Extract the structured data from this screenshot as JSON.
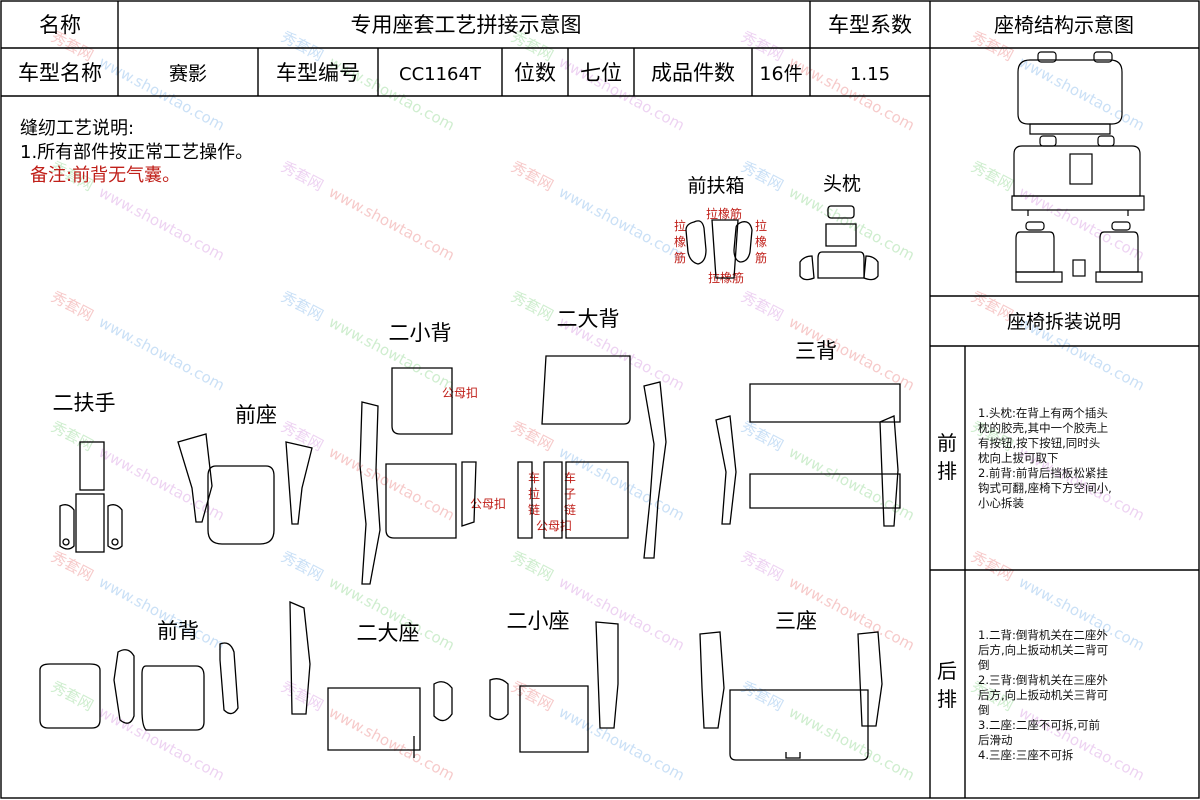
{
  "header": {
    "name_label": "名称",
    "title": "专用座套工艺拼接示意图",
    "coef_label": "车型系数",
    "structure_title": "座椅结构示意图",
    "model_name_label": "车型名称",
    "model_name": "赛影",
    "model_code_label": "车型编号",
    "model_code": "CC1164T",
    "seats_label": "位数",
    "seats": "七位",
    "pieces_label": "成品件数",
    "pieces": "16件",
    "coef": "1.15"
  },
  "process": {
    "title": "缝纫工艺说明:",
    "item1": "1.所有部件按正常工艺操作。",
    "remark": "备注:前背无气囊。"
  },
  "groups": {
    "front_box": "前扶箱",
    "headrest": "头枕",
    "second_small_back": "二小背",
    "second_big_back": "二大背",
    "third_back": "三背",
    "second_armrest": "二扶手",
    "front_seat": "前座",
    "front_back": "前背",
    "second_big_seat": "二大座",
    "second_small_seat": "二小座",
    "third_seat": "三座"
  },
  "annotations": {
    "elastic": "拉橡筋",
    "elastic_v1": "拉",
    "elastic_v2": "橡",
    "elastic_v3": "筋",
    "snap": "公母扣",
    "car_1": "车",
    "car_2": "拉",
    "car_3": "链",
    "car_r1": "车",
    "car_r2": "子",
    "car_r3": "链"
  },
  "disassembly": {
    "title": "座椅拆装说明",
    "front_row_label_1": "前",
    "front_row_label_2": "排",
    "rear_row_label_1": "后",
    "rear_row_label_2": "排",
    "front_lines": [
      "1.头枕:在背上有两个插头",
      "枕的胶壳,其中一个胶壳上",
      "有按钮,按下按钮,同时头",
      "枕向上拔可取下",
      "2.前背:前背后挡板松紧挂",
      "钩式可翻,座椅下方空间小,",
      "小心拆装"
    ],
    "rear_lines": [
      "1.二背:倒背机关在二座外",
      "后方,向上扳动机关二背可",
      "倒",
      "2.三背:倒背机关在三座外",
      "后方,向上扳动机关三背可",
      "倒",
      "3.二座:二座不可拆,可前",
      "后滑动",
      "4.三座:三座不可拆"
    ]
  },
  "watermark": {
    "brand": "秀套网",
    "url": "www.showtao.com"
  }
}
